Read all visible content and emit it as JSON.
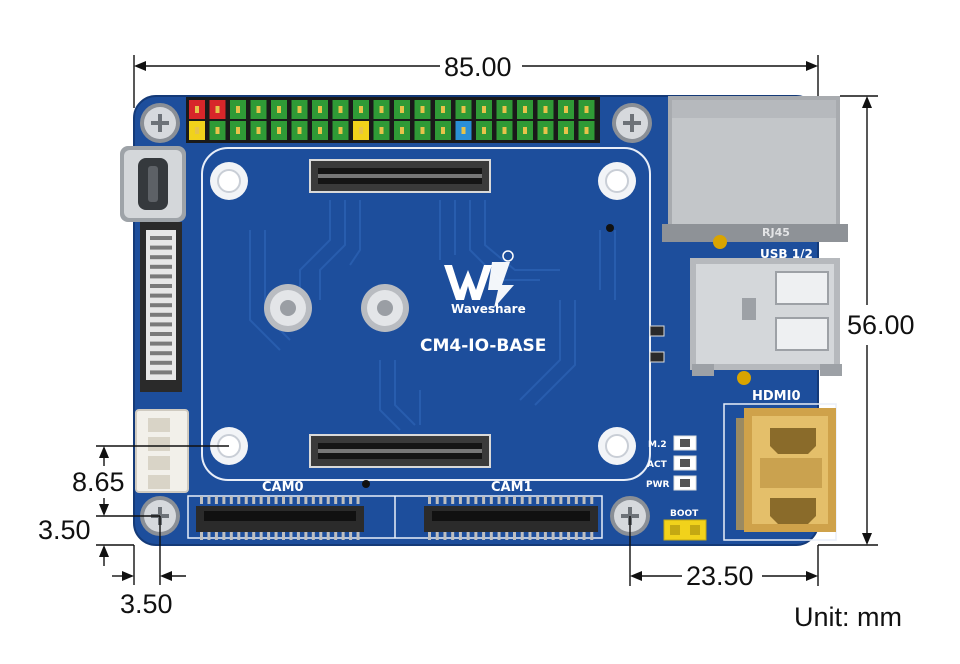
{
  "board": {
    "product_name": "CM4-IO-BASE",
    "brand": "Waveshare",
    "logo_text": "W",
    "colors": {
      "pcb": "#1d4e9c",
      "pcb_dark": "#173f80",
      "silkscreen": "#ffffff",
      "header_green": "#2f9a36",
      "header_red": "#d7262a",
      "header_yellow": "#f1d21b",
      "header_blue": "#2a8fd6",
      "metal": "#c9c9c9",
      "hdmi_gold": "#cfa24a"
    },
    "silkscreen_labels": {
      "cam0": "CAM0",
      "cam1": "CAM1",
      "hdmi": "HDMI0",
      "usb": "USB 1/2",
      "rj45": "RJ45",
      "m2": "M.2",
      "act": "ACT",
      "pwr": "PWR",
      "boot": "BOOT"
    }
  },
  "dimensions": {
    "width": "85.00",
    "height": "56.00",
    "hole_offset_y": "8.65",
    "edge_to_hole_y": "3.50",
    "edge_to_hole_x": "3.50",
    "right_hole_to_edge": "23.50"
  },
  "unit_label": "Unit: mm"
}
